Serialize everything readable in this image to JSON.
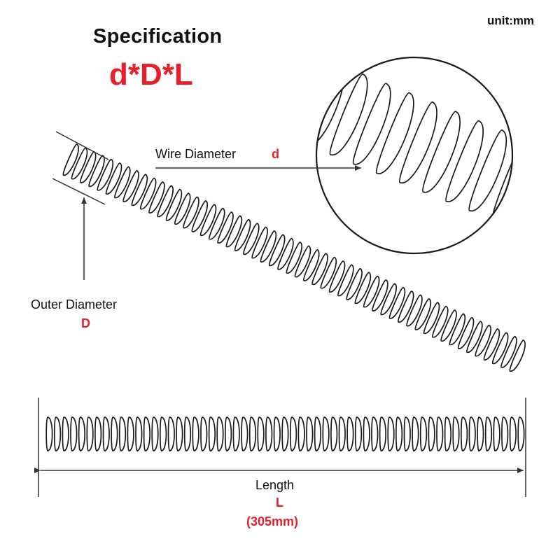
{
  "header": {
    "title": "Specification",
    "formula": "d*D*L",
    "unit": "unit:mm"
  },
  "labels": {
    "wire_diameter": "Wire Diameter",
    "wire_symbol": "d",
    "outer_diameter": "Outer Diameter",
    "outer_symbol": "D",
    "length": "Length",
    "length_symbol": "L",
    "length_value": "(305mm)"
  },
  "colors": {
    "accent": "#e5202a",
    "text": "#111111",
    "line": "#333333",
    "coil": "#1a1a1a"
  },
  "icons": [
    "coil-spring-icon",
    "magnifier-circle-icon",
    "arrow-icon"
  ]
}
